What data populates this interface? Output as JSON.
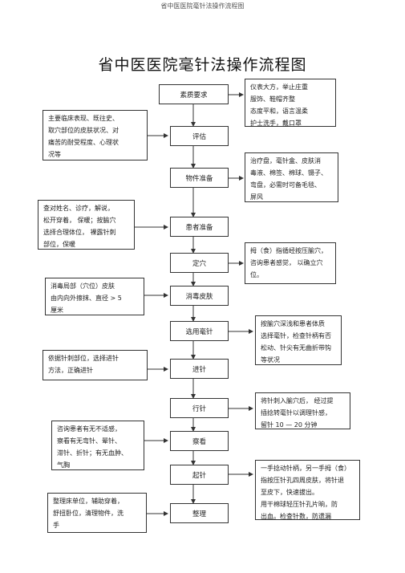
{
  "header": "省中医医院毫针法操作流程图",
  "title": "省中医医院毫针法操作流程图",
  "steps": [
    "素质要求",
    "评估",
    "物件准备",
    "患者准备",
    "定穴",
    "消毒皮肤",
    "选用毫针",
    "进针",
    "行针",
    "察看",
    "起针",
    "整理"
  ],
  "notes": {
    "suzhi": "仪表大方，举止庄重\n服饰、鞋帽齐整\n态度平和，语言温柔\n护士洗手，戴口罩",
    "pinggu": "主要临床表现、既往史、\n取穴部位的皮肤状况、对\n痛苦的耐受程度、心理状\n况等",
    "wujian": "治疗盘，毫针盒、皮肤消\n毒液、棉签、棉球、镊子、\n弯盘，必需时可备毛毯、\n屏风",
    "huanzhe": "查对姓名、诊疗，解说，\n松开穿着， 保暖；按腧穴\n选择合理体位， 裸露针刺\n部位，保暖",
    "dingxue": "拇（食）指循经按压腧穴，\n咨询患者感觉， 以确立穴\n位。",
    "xiaodu": "消毒局部（穴位）皮肤\n由内向外擦抹、直径 > 5\n厘米",
    "xuanyong": "按腧穴深浅和患者体质\n选择毫针，检查针柄有否\n松动、针尖有无曲折带钩\n等状况",
    "jinzhen": "依据针刺部位，选择进针\n方法，正确进针",
    "xingzhen": "将针刺入腧穴后， 经过提\n插捻转毫针以调理针感，\n留针 10 — 20 分钟",
    "chakan": "咨询患者有无不适感，\n察看有无弯针、晕针、\n滞针、折针；有无血肿、\n气胸",
    "qizhen": "一手捻动针柄，另一手拇（食）\n指按压针孔四周皮肤，将针退\n至皮下，快速拔出。\n用干棉球轻压针孔片晌，防\n出血。检查针数，防遗漏",
    "zhengli": "整理床单位，辅助穿着，\n舒扭卧位，清理物件，洗\n手"
  }
}
